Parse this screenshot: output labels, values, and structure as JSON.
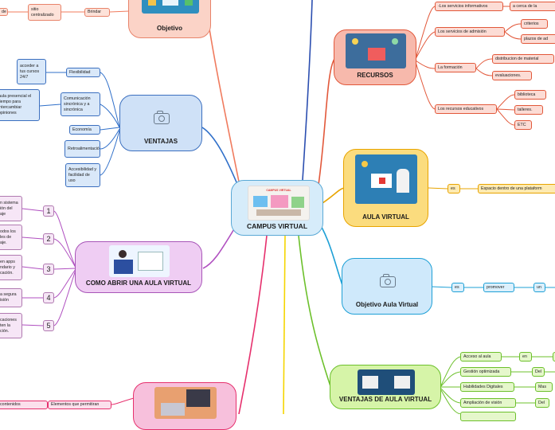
{
  "central": {
    "title": "CAMPUS VIRTUAL",
    "image_caption": "CAMPUS VIRTUAL"
  },
  "objetivo": {
    "title": "Objetivo",
    "boxes": [
      "de",
      "sitio centralizado",
      "Brindar"
    ]
  },
  "ventajas": {
    "title": "VENTAJAS",
    "icon": "camera-icon",
    "items": [
      "Flexibilidad",
      "Comunicación sincrónica y a sincrónica",
      "Economía",
      "Retroalimentación",
      "Accesibilidad y facilidad de uso"
    ],
    "details": [
      "acceder a tus cursos 24/7",
      "aula presencial el tiempo para intercambiar opiniones"
    ]
  },
  "como_abrir": {
    "title": "COMO ABRIR UNA AULA VIRTUAL",
    "steps": [
      "1",
      "2",
      "3",
      "4",
      "5"
    ],
    "step_texts": [
      "n sistema ión del aje",
      "odos los les de aje.",
      "en apps ndario y cación.",
      "a segura isión",
      "caciones ten la ción."
    ]
  },
  "bottom_left": {
    "boxes": [
      "contenidos",
      "Elementos que permitiran"
    ]
  },
  "recursos": {
    "title": "RECURSOS",
    "items": [
      "-Los servicios informativos",
      "Los servicios de admisión",
      "La formación",
      "Los recursos educativos"
    ],
    "sub_informativos": [
      "a cerca de la"
    ],
    "sub_admision": [
      "criterios",
      "plazos de ad"
    ],
    "sub_formacion": [
      "distribucion de material",
      "evaluaciones."
    ],
    "sub_educativos": [
      "biblioteca",
      "talleres.",
      "ETC"
    ]
  },
  "aula_virtual": {
    "title": "AULA VIRTUAL",
    "boxes": [
      "es",
      "Espacio dentro de una plataform"
    ]
  },
  "objetivo_aula": {
    "title": "Objetivo Aula Virtual",
    "icon": "camera-icon",
    "boxes": [
      "es",
      "promover",
      "un"
    ]
  },
  "ventajas_aula": {
    "title": "VENTAJAS DE AULA VIRTUAL",
    "items": [
      "Acceso al aula",
      "Gestión optimizada",
      "Habilidades Digitales",
      "Ampliación de visión",
      ""
    ],
    "subs": [
      "en",
      "Del",
      "Mas",
      "Del",
      ""
    ]
  },
  "colors": {
    "central": "#d6ecfa",
    "objetivo": "#fbd3c7",
    "ventajas": "#cfe1f7",
    "como_abrir": "#efcdf3",
    "recursos": "#f7b9ac",
    "aula_virtual": "#fbdc7e",
    "objetivo_aula": "#cfe9fb",
    "ventajas_aula": "#d6f4a8",
    "bottom": "#f7c0dc"
  }
}
